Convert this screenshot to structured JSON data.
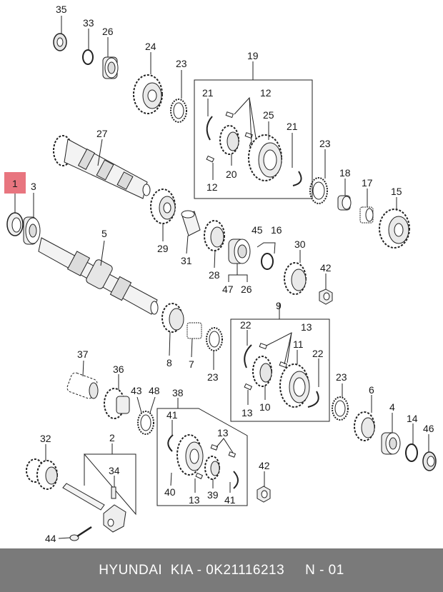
{
  "colors": {
    "highlight": "#e8757f",
    "footer_bg": "#7a7a7a",
    "line": "#222222"
  },
  "labels": {
    "p35": "35",
    "p33": "33",
    "p26a": "26",
    "p24": "24",
    "p23a": "23",
    "p19": "19",
    "p21a": "21",
    "p12a": "12",
    "p25": "25",
    "p21b": "21",
    "p20": "20",
    "p12b": "12",
    "p27": "27",
    "p1": "1",
    "p3": "3",
    "p23b": "23",
    "p18": "18",
    "p17": "17",
    "p15": "15",
    "p29": "29",
    "p31": "31",
    "p28": "28",
    "p45": "45",
    "p16": "16",
    "p47": "47",
    "p26b": "26",
    "p30": "30",
    "p42a": "42",
    "p5": "5",
    "p8": "8",
    "p7": "7",
    "p23c": "23",
    "p9": "9",
    "p22a": "22",
    "p13a": "13",
    "p11": "11",
    "p22b": "22",
    "p10": "10",
    "p13b": "13",
    "p37": "37",
    "p36": "36",
    "p43": "43",
    "p48": "48",
    "p38": "38",
    "p41a": "41",
    "p13c": "13",
    "p40": "40",
    "p39": "39",
    "p13d": "13",
    "p41b": "41",
    "p23d": "23",
    "p6": "6",
    "p4": "4",
    "p14": "14",
    "p46": "46",
    "p32": "32",
    "p2": "2",
    "p34": "34",
    "p42b": "42",
    "p44": "44"
  },
  "footer": {
    "text": "HYUNDAI  KIA - 0K21116213     N - 01"
  }
}
